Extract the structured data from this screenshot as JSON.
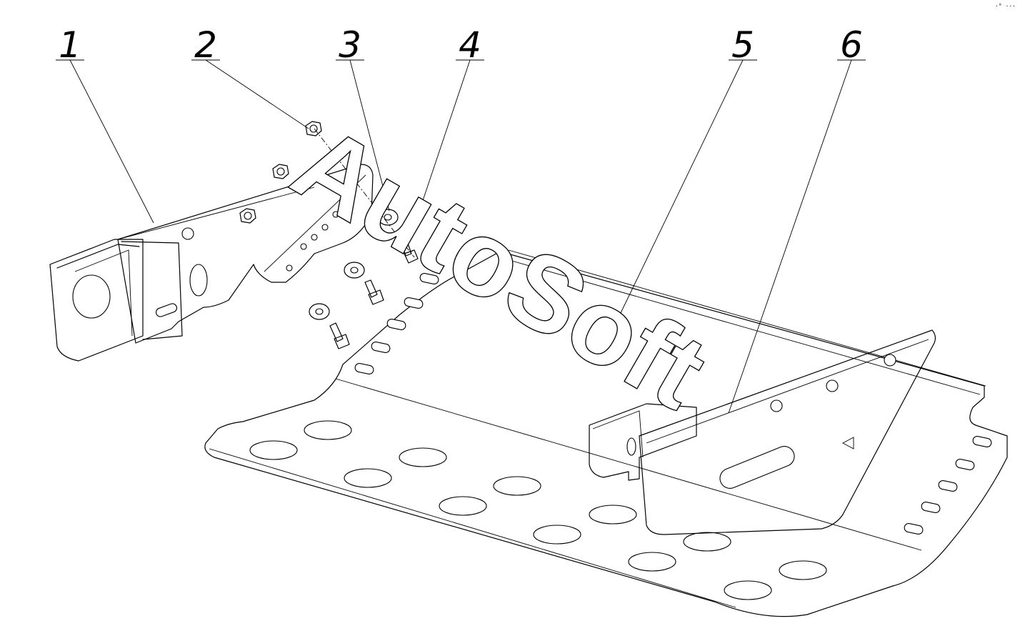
{
  "callouts": [
    {
      "label": "1",
      "part": "left-bracket"
    },
    {
      "label": "2",
      "part": "nut"
    },
    {
      "label": "3",
      "part": "washer"
    },
    {
      "label": "4",
      "part": "bolt"
    },
    {
      "label": "5",
      "part": "skid-plate"
    },
    {
      "label": "6",
      "part": "right-bracket"
    }
  ],
  "watermark": "AutoSoft",
  "corner_mark": "·° ···"
}
